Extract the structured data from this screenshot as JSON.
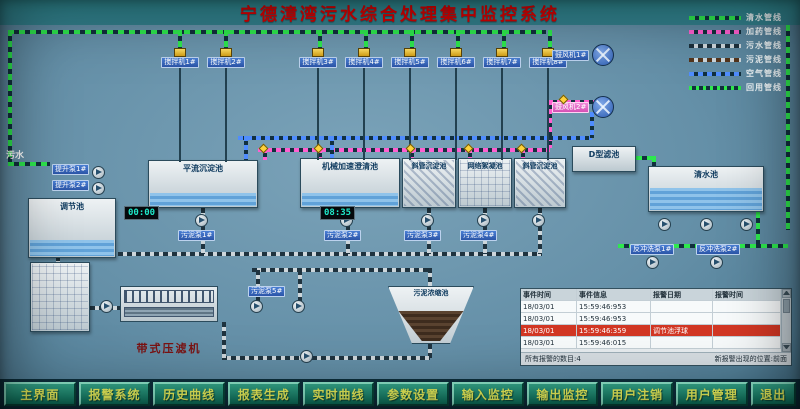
{
  "title": "宁德漳湾污水综合处理集中监控系统",
  "colors": {
    "background": "#6590a8",
    "title_text": "#d90000",
    "pipe_clean_water": "#2ee84e",
    "pipe_dosing": "#ff5fd0",
    "pipe_sewage": "#1c303c",
    "pipe_sludge": "#54351c",
    "pipe_air": "#4f8dff",
    "button_face": "#1d8f74",
    "button_text": "#f2f85e",
    "alarm_row": "#d23724"
  },
  "legend": {
    "items": [
      {
        "label": "清水管线",
        "color": "#2ee84e"
      },
      {
        "label": "加药管线",
        "color": "#ff5fd0"
      },
      {
        "label": "污水管线",
        "color": "#1c303c"
      },
      {
        "label": "污泥管线",
        "color": "#54351c"
      },
      {
        "label": "空气管线",
        "color": "#4f8dff"
      },
      {
        "label": "回用管线",
        "color": "#2ee84e"
      }
    ]
  },
  "labels": {
    "inflow": "污水",
    "lift_pump1": "提升泵1#",
    "lift_pump2": "提升泵2#",
    "blower1": "鼓风机1#",
    "blower2": "鼓风机2#",
    "backwash_pump1": "反冲洗泵1#",
    "backwash_pump2": "反冲洗泵2#",
    "sludge_pump1": "污泥泵1#",
    "sludge_pump2": "污泥泵2#",
    "sludge_pump3": "污泥泵3#",
    "sludge_pump4": "污泥泵4#",
    "sludge_pump5": "污泥泵5#"
  },
  "mixers": [
    "搅拌机1#",
    "搅拌机2#",
    "搅拌机3#",
    "搅拌机4#",
    "搅拌机5#",
    "搅拌机6#",
    "搅拌机7#",
    "搅拌机8#"
  ],
  "tanks": {
    "regulating": "调节池",
    "horizontal_sed": "平流沉淀池",
    "mech_clarifier": "机械加速澄清池",
    "inclined_sed1": "斜管沉淀池",
    "grid_floc": "网络絮凝池",
    "inclined_sed2": "斜管沉淀池",
    "d_filter": "D型滤池",
    "clear_water": "清水池",
    "sludge_thickener": "污泥浓缩池",
    "belt_press": "带式压滤机"
  },
  "timers": {
    "t1": "00:00",
    "t2": "08:35"
  },
  "alarm_table": {
    "headers": [
      "事件时间",
      "事件信息",
      "报警日期",
      "报警时间"
    ],
    "rows": [
      {
        "cells": [
          "18/03/01",
          "15:59:46:953",
          "",
          ""
        ]
      },
      {
        "cells": [
          "18/03/01",
          "15:59:46:953",
          "",
          ""
        ]
      },
      {
        "cells": [
          "18/03/01",
          "15:59:46:359",
          "调节池浮球",
          ""
        ]
      },
      {
        "cells": [
          "18/03/01",
          "15:59:46:015",
          "",
          ""
        ]
      }
    ],
    "status_left": "所有报警的数目:4",
    "status_right": "新报警出现的位置:前面"
  },
  "nav_buttons": [
    "主界面",
    "报警系统",
    "历史曲线",
    "报表生成",
    "实时曲线",
    "参数设置",
    "输入监控",
    "输出监控",
    "用户注销",
    "用户管理",
    "退出"
  ]
}
